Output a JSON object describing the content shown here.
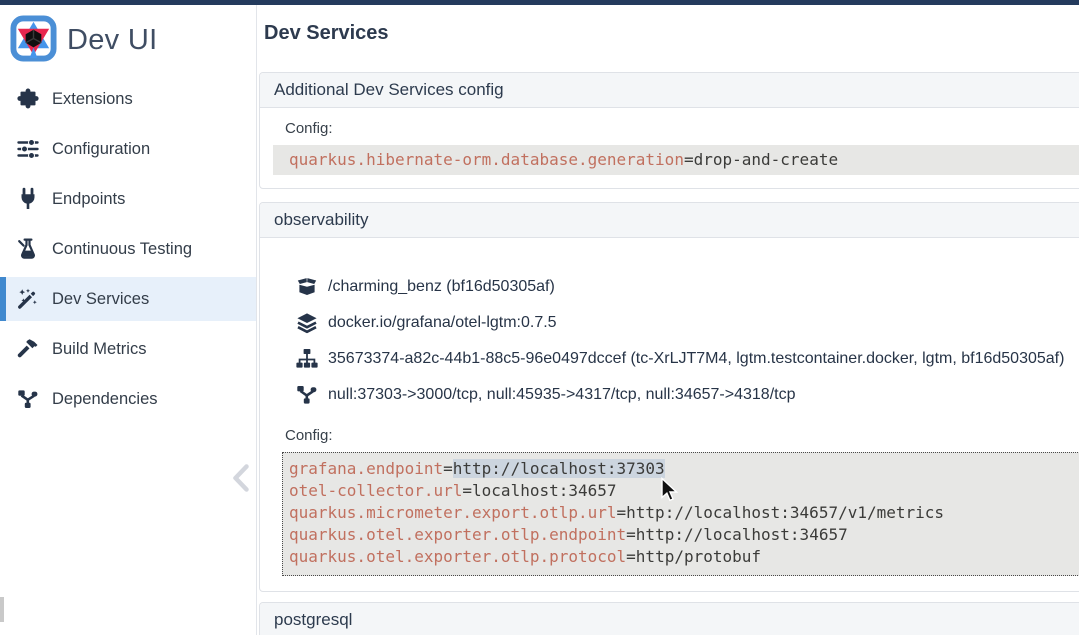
{
  "app": {
    "brand": "Dev UI",
    "page_title": "Dev Services"
  },
  "colors": {
    "topbar": "#243b5d",
    "accent_blue": "#4189ce",
    "selected_item_bg": "#e7f0fa",
    "card_header_bg": "#f4f6f8",
    "code_bg": "#e7e7e5",
    "code_key": "#c1705f",
    "selection_bg": "#ccd5df",
    "icon_navy": "#263449"
  },
  "sidebar": {
    "items": [
      {
        "label": "Extensions",
        "icon": "puzzle-piece-icon",
        "selected": false
      },
      {
        "label": "Configuration",
        "icon": "sliders-icon",
        "selected": false
      },
      {
        "label": "Endpoints",
        "icon": "plug-icon",
        "selected": false
      },
      {
        "label": "Continuous Testing",
        "icon": "flask-icon",
        "selected": false
      },
      {
        "label": "Dev Services",
        "icon": "magic-wand-icon",
        "selected": true
      },
      {
        "label": "Build Metrics",
        "icon": "hammer-icon",
        "selected": false
      },
      {
        "label": "Dependencies",
        "icon": "network-nodes-icon",
        "selected": false
      }
    ],
    "collapse_icon": "chevron-left-icon"
  },
  "cards": [
    {
      "title": "Additional Dev Services config",
      "config_label": "Config:",
      "config_lines": [
        {
          "key": "quarkus.hibernate-orm.database.generation",
          "eq": "=",
          "value": "drop-and-create"
        }
      ]
    },
    {
      "title": "observability",
      "details": [
        {
          "icon": "box-open-icon",
          "text": "/charming_benz (bf16d50305af)"
        },
        {
          "icon": "layers-icon",
          "text": "docker.io/grafana/otel-lgtm:0.7.5"
        },
        {
          "icon": "sitemap-icon",
          "text": "35673374-a82c-44b1-88c5-96e0497dccef (tc-XrLJT7M4, lgtm.testcontainer.docker, lgtm, bf16d50305af)"
        },
        {
          "icon": "network-ports-icon",
          "text": "null:37303->3000/tcp, null:45935->4317/tcp, null:34657->4318/tcp"
        }
      ],
      "config_label": "Config:",
      "config_lines": [
        {
          "key": "grafana.endpoint",
          "eq": "=",
          "value": "http://localhost:37303",
          "selected": true
        },
        {
          "key": "otel-collector.url",
          "eq": "=",
          "value": "localhost:34657",
          "selected": false
        },
        {
          "key": "quarkus.micrometer.export.otlp.url",
          "eq": "=",
          "value": "http://localhost:34657/v1/metrics",
          "selected": false
        },
        {
          "key": "quarkus.otel.exporter.otlp.endpoint",
          "eq": "=",
          "value": "http://localhost:34657",
          "selected": false
        },
        {
          "key": "quarkus.otel.exporter.otlp.protocol",
          "eq": "=",
          "value": "http/protobuf",
          "selected": false
        }
      ]
    },
    {
      "title": "postgresql"
    }
  ]
}
